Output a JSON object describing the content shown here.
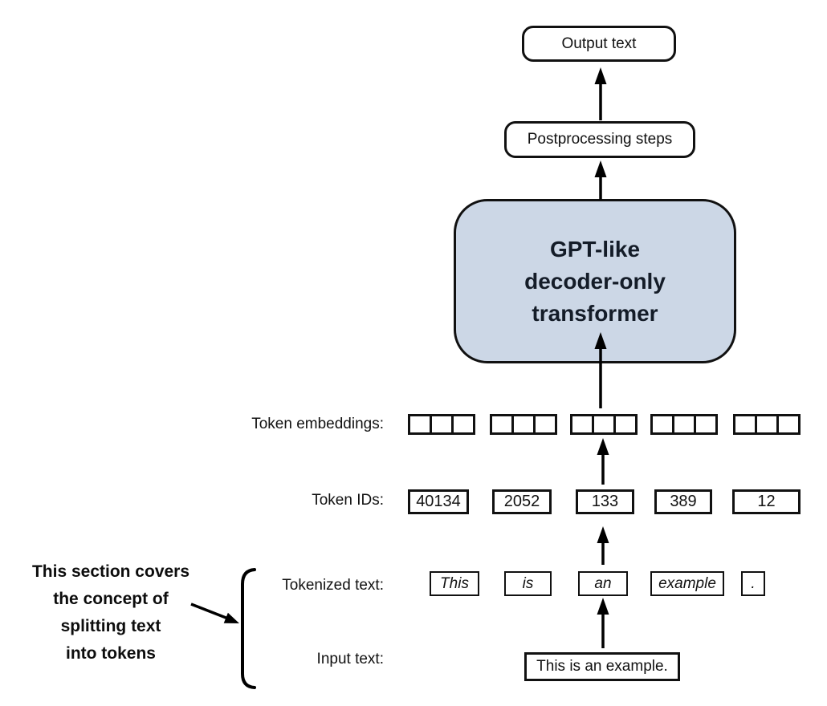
{
  "pipeline": {
    "output_box": {
      "label": "Output text"
    },
    "postprocessing_box": {
      "label": "Postprocessing steps"
    },
    "transformer_box": {
      "lines": [
        "GPT-like",
        "decoder-only",
        "transformer"
      ],
      "fill": "#ccd7e6"
    }
  },
  "rows": {
    "token_embeddings": {
      "label": "Token embeddings:",
      "groups": 5,
      "cells_per_group": 3
    },
    "token_ids": {
      "label": "Token IDs:",
      "values": [
        "40134",
        "2052",
        "133",
        "389",
        "12"
      ]
    },
    "tokenized_text": {
      "label": "Tokenized text:",
      "tokens": [
        "This",
        "is",
        "an",
        "example",
        "."
      ]
    },
    "input_text": {
      "label": "Input text:",
      "value": "This is an example."
    }
  },
  "annotation": {
    "lines": [
      "This section covers",
      "the concept of",
      "splitting text",
      "into tokens"
    ]
  },
  "colors": {
    "stroke": "#000000",
    "transformer_fill": "#ccd7e6",
    "text": "#111111"
  }
}
